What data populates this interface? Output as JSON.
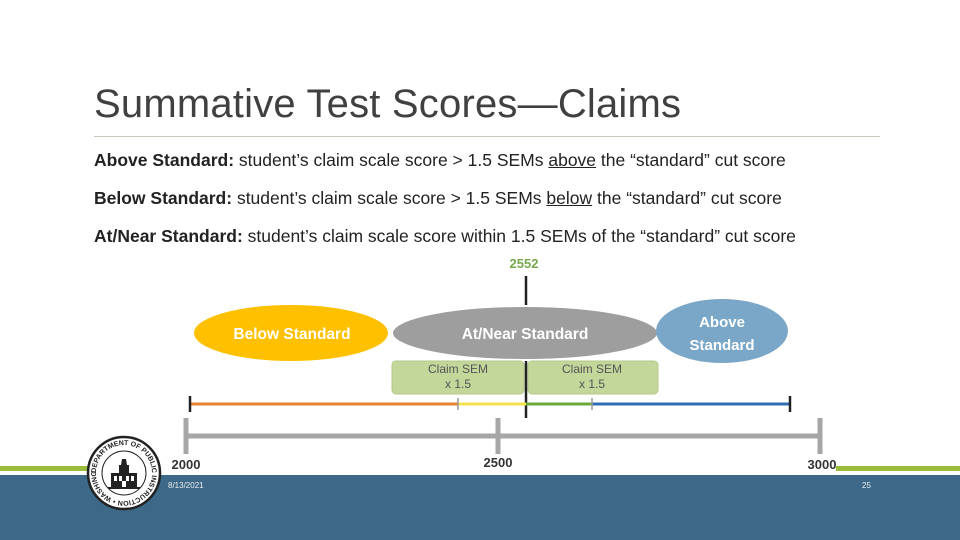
{
  "slide": {
    "title": "Summative Test Scores—Claims",
    "bullets": [
      {
        "term": "Above Standard:",
        "text_before": " student’s claim scale score > 1.5 SEMs ",
        "underlined": "above",
        "text_after": " the “standard” cut score"
      },
      {
        "term": "Below Standard:",
        "text_before": " student’s claim scale score > 1.5 SEMs ",
        "underlined": "below",
        "text_after": " the “standard” cut score"
      },
      {
        "term": "At/Near Standard:",
        "text_before": " student’s claim scale score within 1.5 SEMs of the “standard” cut score"
      }
    ]
  },
  "diagram": {
    "cut_score_label": "2552",
    "below_label": "Below Standard",
    "near_label": "At/Near Standard",
    "above_label_line1": "Above",
    "above_label_line2": "Standard",
    "sem_left_line1": "Claim SEM",
    "sem_left_line2": "x 1.5",
    "sem_right_line1": "Claim SEM",
    "sem_right_line2": "x 1.5",
    "scale_min_label": "2000",
    "scale_mid_label": "2500",
    "scale_max_label": "3000",
    "colors": {
      "below": "#ffc000",
      "near": "#9e9e9e",
      "above": "#7aa7c7",
      "sem_box": "#c3d79b",
      "cut_label": "#77a84b",
      "range_orange": "#e8822e",
      "range_yellow": "#f4e04d",
      "range_green": "#6aaa3a",
      "range_blue": "#2f6db5"
    }
  },
  "footer": {
    "date": "8/13/2021",
    "page_number": "25",
    "colors": {
      "band": "#3d6887",
      "accent": "#9bbb3b"
    }
  },
  "seal": {
    "icon": "state-seal-icon",
    "ring_text": "DEPARTMENT OF PUBLIC INSTRUCTION • WASHINGTON STATE •"
  }
}
